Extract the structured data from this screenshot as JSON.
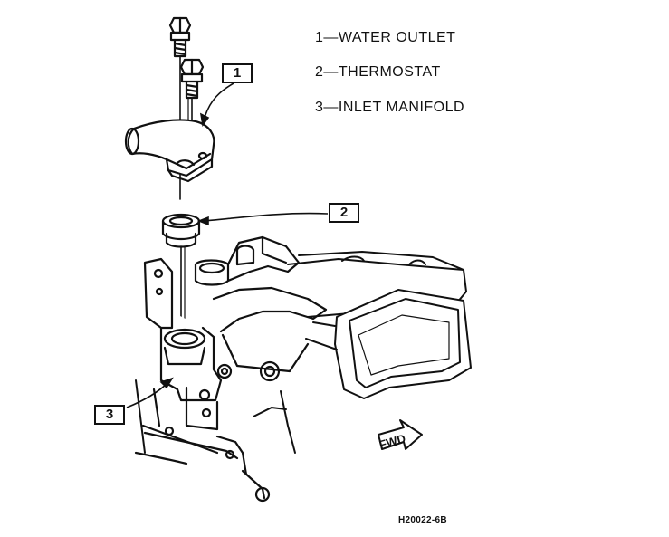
{
  "legend": [
    {
      "number": "1",
      "text": "1—WATER OUTLET"
    },
    {
      "number": "2",
      "text": "2—THERMOSTAT"
    },
    {
      "number": "3",
      "text": "3—INLET MANIFOLD"
    }
  ],
  "callouts": [
    {
      "label": "1",
      "part": "water outlet"
    },
    {
      "label": "2",
      "part": "thermostat"
    },
    {
      "label": "3",
      "part": "inlet manifold"
    }
  ],
  "direction_arrow": {
    "label": "FWD"
  },
  "figure_code": "H20022-6B",
  "colors": {
    "ink": "#111111",
    "paper": "#ffffff"
  }
}
